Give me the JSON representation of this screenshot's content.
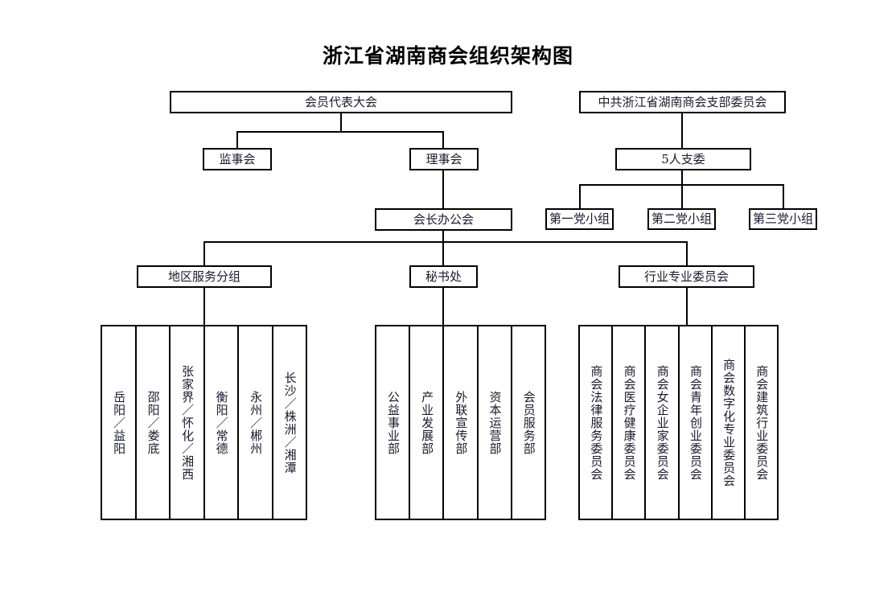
{
  "title": "浙江省湖南商会组织架构图",
  "nodes": {
    "assembly": "会员代表大会",
    "supervisory": "监事会",
    "council": "理事会",
    "president_office": "会长办公会",
    "party_branch": "中共浙江省湖南商会支部委员会",
    "party_committee": "5人支委",
    "party_group_1": "第一党小组",
    "party_group_2": "第二党小组",
    "party_group_3": "第三党小组",
    "regional_groups": "地区服务分组",
    "secretariat": "秘书处",
    "industry_committees": "行业专业委员会"
  },
  "regional_columns": [
    "岳阳／益阳",
    "邵阳／娄底",
    "张家界／怀化／湘西",
    "衡阳／常德",
    "永州／郴州",
    "长沙／株洲／湘潭"
  ],
  "secretariat_columns": [
    "公益事业部",
    "产业发展部",
    "外联宣传部",
    "资本运营部",
    "会员服务部"
  ],
  "committee_columns": [
    "商会法律服务委员会",
    "商会医疗健康委员会",
    "商会女企业家委员会",
    "商会青年创业委员会",
    "商会数字化专业委员会",
    "商会建筑行业委员会"
  ],
  "colors": {
    "background": "#ffffff",
    "line": "#000000",
    "text": "#1a1a2e",
    "title": "#000000"
  }
}
